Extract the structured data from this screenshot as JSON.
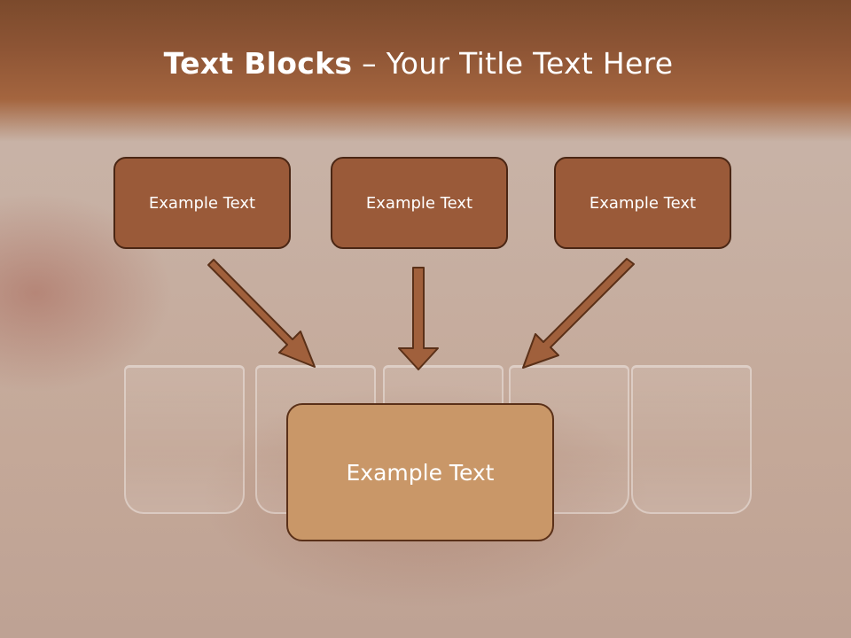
{
  "title": {
    "bold": "Text Blocks",
    "separator": " – ",
    "rest": "Your Title Text Here"
  },
  "blocks": [
    {
      "label": "Example Text"
    },
    {
      "label": "Example Text"
    },
    {
      "label": "Example Text"
    }
  ],
  "target": {
    "label": "Example Text"
  },
  "colors": {
    "header": "#8e5535",
    "block_fill": "#9a5a39",
    "block_border": "#4a2614",
    "target_fill": "#c99768",
    "arrow_fill": "#a0603c"
  }
}
